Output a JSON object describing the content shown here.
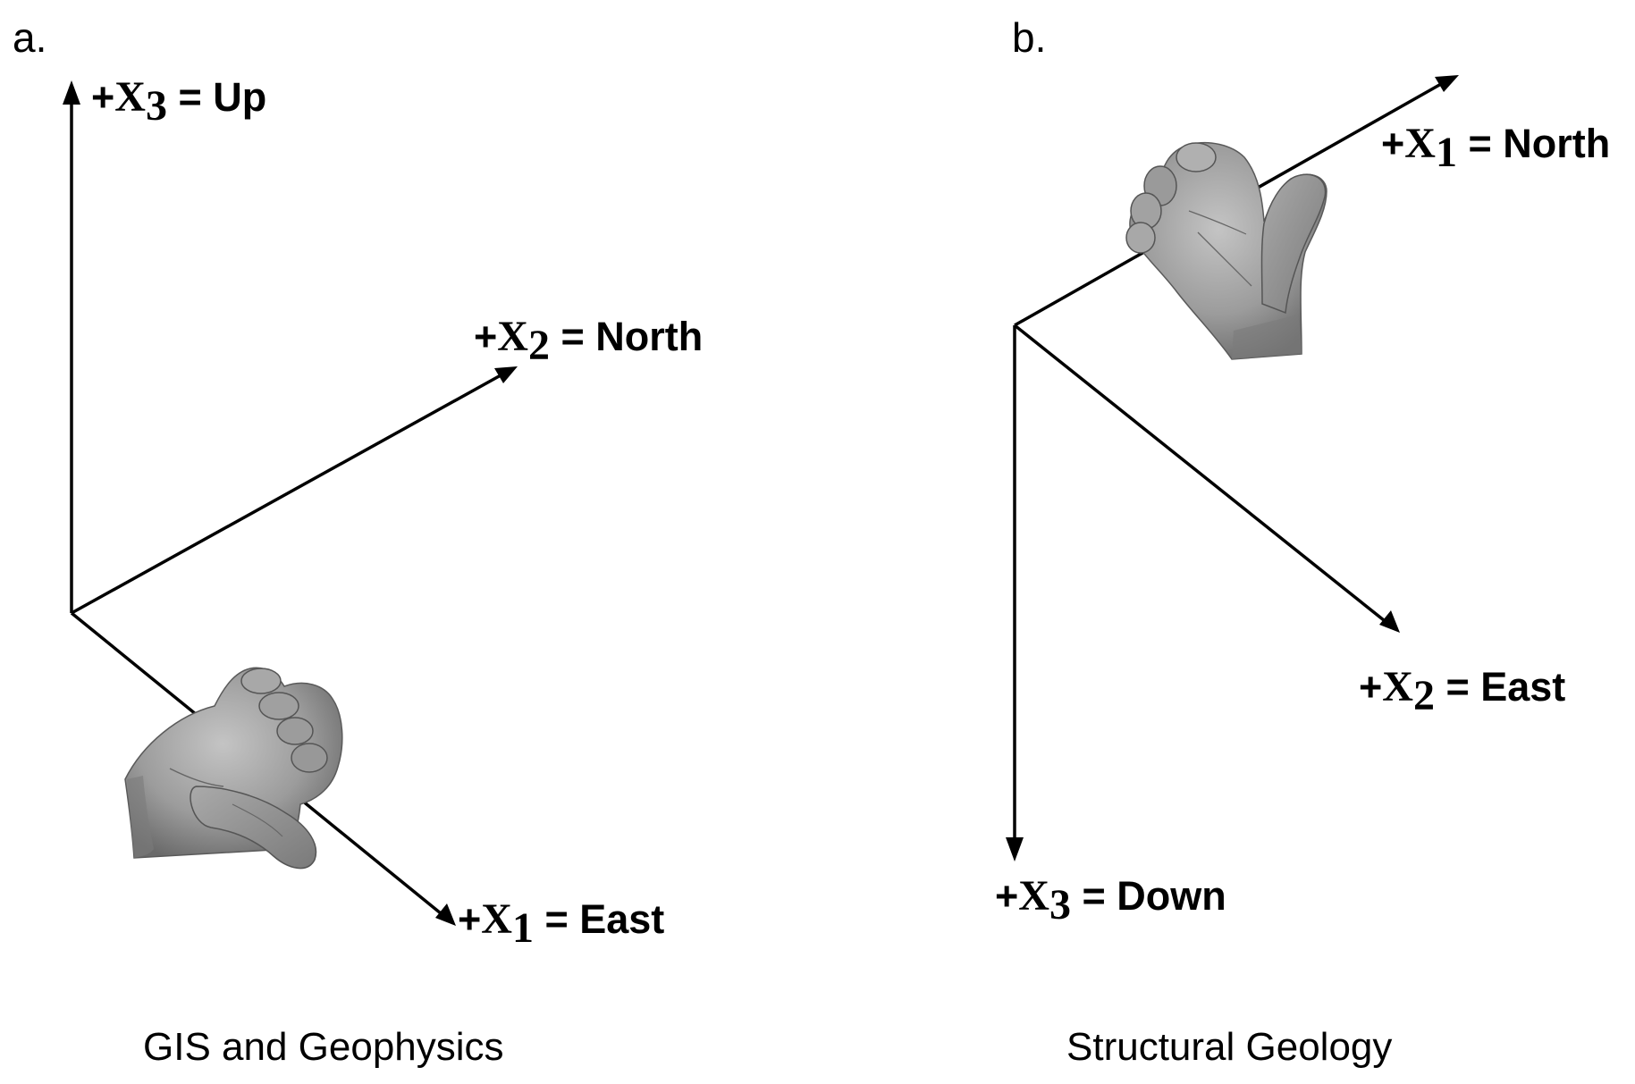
{
  "panels": {
    "a": {
      "letter": "a.",
      "caption": "GIS and Geophysics",
      "axes": {
        "up": {
          "sign": "+",
          "symbol": "X",
          "index": "3",
          "rest": " = Up"
        },
        "north": {
          "sign": "+",
          "symbol": "X",
          "index": "2",
          "rest": " = North"
        },
        "east": {
          "sign": "+",
          "symbol": "X",
          "index": "1",
          "rest": " = East"
        }
      }
    },
    "b": {
      "letter": "b.",
      "caption": "Structural Geology",
      "axes": {
        "north": {
          "sign": "+",
          "symbol": "X",
          "index": "1",
          "rest": " = North"
        },
        "east": {
          "sign": "+",
          "symbol": "X",
          "index": "2",
          "rest": " = East"
        },
        "down": {
          "sign": "+",
          "symbol": "X",
          "index": "3",
          "rest": " = Down"
        }
      }
    }
  },
  "icons": {
    "panel_a_hand": "right-hand-thumb-icon",
    "panel_b_hand": "right-hand-thumb-icon"
  },
  "colors": {
    "ink": "#000000",
    "background": "#ffffff",
    "skin_light": "#b9b9b9",
    "skin_dark": "#6e6e6e"
  }
}
